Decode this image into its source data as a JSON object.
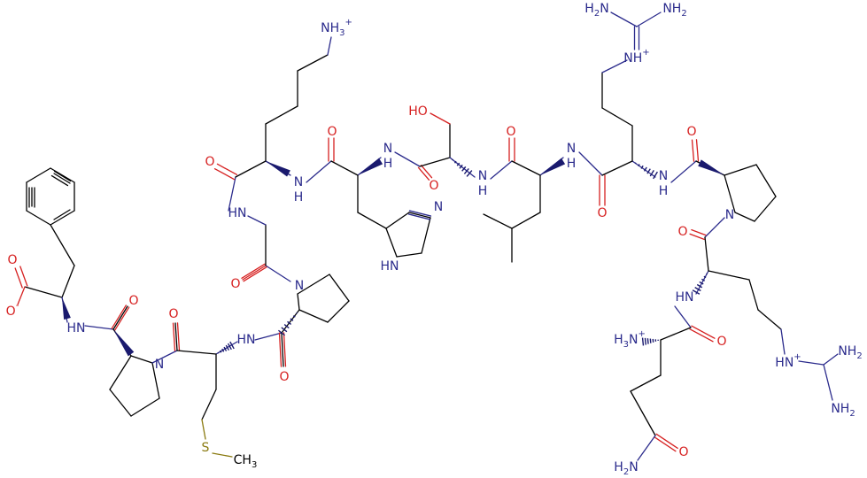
{
  "atoms": {
    "a_o1": {
      "text": "O",
      "el": "O"
    },
    "a_om": {
      "text": "O",
      "el": "O",
      "sup": "-"
    },
    "a_nh_phe": {
      "text": "HN",
      "el": "N"
    },
    "a_o_pro1": {
      "text": "O",
      "el": "O"
    },
    "a_n_pro1": {
      "text": "N",
      "el": "N"
    },
    "a_o_met": {
      "text": "O",
      "el": "O"
    },
    "a_nh_met": {
      "text": "HN",
      "el": "N"
    },
    "a_s": {
      "text": "S",
      "el": "S"
    },
    "a_ch3": {
      "text": "CH",
      "el": "C",
      "sub": "3"
    },
    "a_o_pro2": {
      "text": "O",
      "el": "O"
    },
    "a_n_pro2": {
      "text": "N",
      "el": "N"
    },
    "a_o_gly": {
      "text": "O",
      "el": "O"
    },
    "a_hn_gly": {
      "text": "HN",
      "el": "N"
    },
    "a_o_lys": {
      "text": "O",
      "el": "O"
    },
    "a_nh3_lys": {
      "text": "NH",
      "el": "N",
      "sub": "3",
      "sup": "+"
    },
    "a_n_lys": {
      "text": "N",
      "el": "N"
    },
    "a_h_lys": {
      "text": "H",
      "el": "N"
    },
    "a_o_his": {
      "text": "O",
      "el": "O"
    },
    "a_n_his": {
      "text": "N",
      "el": "N"
    },
    "a_h_his": {
      "text": "H",
      "el": "N"
    },
    "a_n_im": {
      "text": "N",
      "el": "N"
    },
    "a_hn_im": {
      "text": "HN",
      "el": "N"
    },
    "a_ho_ser": {
      "text": "HO",
      "el": "O"
    },
    "a_o_ser": {
      "text": "O",
      "el": "O"
    },
    "a_n_ser": {
      "text": "N",
      "el": "N"
    },
    "a_h_ser": {
      "text": "H",
      "el": "N"
    },
    "a_o_leu": {
      "text": "O",
      "el": "O"
    },
    "a_n_leu": {
      "text": "N",
      "el": "N"
    },
    "a_h_leu": {
      "text": "H",
      "el": "N"
    },
    "a_o_arg1": {
      "text": "O",
      "el": "O"
    },
    "a_h2n_a": {
      "text": "H",
      "el": "N",
      "sub": "2",
      "suffix": "N"
    },
    "a_nh2_a": {
      "text": "NH",
      "el": "N",
      "sub": "2"
    },
    "a_nh_a": {
      "text": "NH",
      "el": "N",
      "sup": "+"
    },
    "a_n_arg1": {
      "text": "N",
      "el": "N"
    },
    "a_h_arg1": {
      "text": "H",
      "el": "N"
    },
    "a_o_pro3": {
      "text": "O",
      "el": "O"
    },
    "a_n_pro3": {
      "text": "N",
      "el": "N"
    },
    "a_o_arg2": {
      "text": "O",
      "el": "O"
    },
    "a_hn_arg2": {
      "text": "HN",
      "el": "N"
    },
    "a_hn_b": {
      "text": "HN",
      "el": "N",
      "sup": "+"
    },
    "a_nh2_b1": {
      "text": "NH",
      "el": "N",
      "sub": "2"
    },
    "a_nh2_b2": {
      "text": "NH",
      "el": "N",
      "sub": "2"
    },
    "a_o_gln": {
      "text": "O",
      "el": "O"
    },
    "a_h3n_gln": {
      "text": "H",
      "el": "N",
      "sub": "3",
      "suffix": "N",
      "sup": "+"
    },
    "a_o_amide": {
      "text": "O",
      "el": "O"
    },
    "a_h2n_amide": {
      "text": "H",
      "el": "N",
      "sub": "2",
      "suffix": "N"
    }
  }
}
